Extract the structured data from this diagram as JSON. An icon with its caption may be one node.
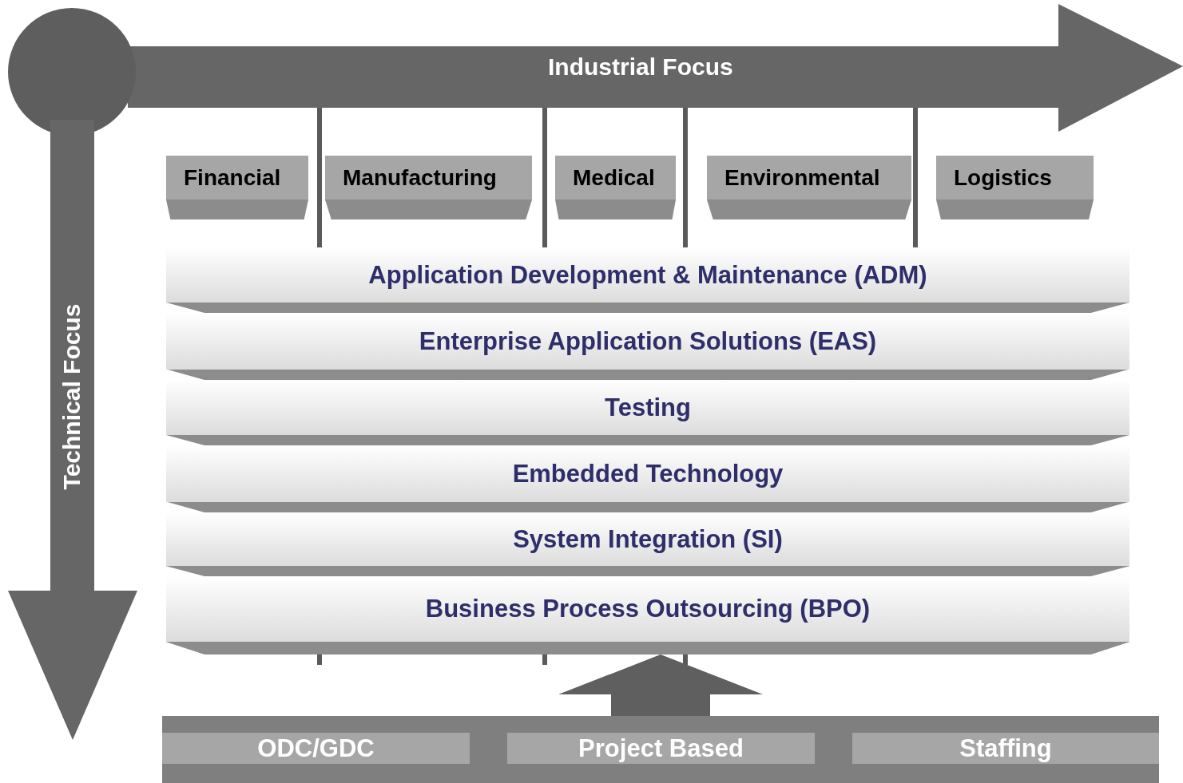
{
  "diagram": {
    "nodes": [
      {
        "text": [
          "Industrial Focus"
        ]
      },
      {
        "text": [
          "Technical Focus"
        ]
      },
      {
        "text": [
          "Financial"
        ]
      },
      {
        "text": [
          "Manufacturing"
        ]
      },
      {
        "text": [
          "Medical"
        ]
      },
      {
        "text": [
          "Environmental"
        ]
      },
      {
        "text": [
          "Logistics"
        ]
      },
      {
        "text": [
          "Application Development & Maintenance (ADM)"
        ]
      },
      {
        "text": [
          "Enterprise Application Solutions (EAS)"
        ]
      },
      {
        "text": [
          "Testing"
        ]
      },
      {
        "text": [
          "Embedded Technology"
        ]
      },
      {
        "text": [
          "System Integration (SI)"
        ]
      },
      {
        "text": [
          "Business Process Outsourcing (BPO)"
        ]
      },
      {
        "text": [],
        "shape": "bar"
      },
      {
        "text": [
          "ODC/GDC"
        ],
        "in": 13
      },
      {
        "text": [
          "Project Based"
        ],
        "in": 13
      },
      {
        "text": [
          "Staffing"
        ],
        "in": 13
      }
    ],
    "edges": [
      {
        "from": 13,
        "to": 12,
        "arrow": "to"
      }
    ]
  }
}
